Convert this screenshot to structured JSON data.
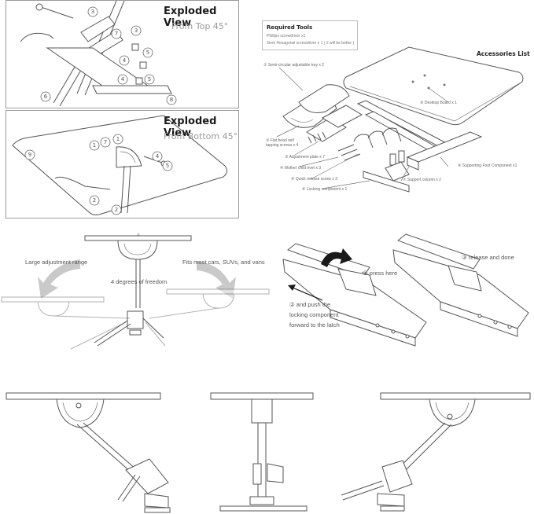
{
  "exploded_top": {
    "title": "Exploded View",
    "subtitle": "From Top 45°"
  },
  "exploded_bottom": {
    "title": "Exploded View",
    "subtitle": "From Bottom 45°"
  },
  "required_tools": {
    "title": "Required Tools",
    "lines": [
      "Phillips screwdriver x1",
      "3mm Hexagonal screwdriver x 1 ( 2 will be better )"
    ]
  },
  "accessories": {
    "title": "Accessories List",
    "items": [
      "① Semi-circular adjustable tray x 2",
      "② Flat head self tapping screws x 4",
      "③ Adjustment plate x 7",
      "④ Mother child rivet x 3",
      "⑤ Quick release screw x 3",
      "⑥ Locking component x 1",
      "⑦ Support column x 2",
      "⑧ Supporting Foot Component x1",
      "⑨ Desktop Board x 1"
    ]
  },
  "callouts_top": [
    "3",
    "7",
    "3",
    "5",
    "4",
    "5",
    "4",
    "6",
    "8"
  ],
  "callouts_bottom": [
    "9",
    "1",
    "7",
    "1",
    "4",
    "5",
    "2",
    "2"
  ],
  "adjust": {
    "left": "Large adjustment range",
    "center": "4 degrees of freedom",
    "right": "Fits most cars, SUVs, and vans"
  },
  "release": {
    "step1": "① press here",
    "step2": [
      "② and push the",
      "locking component",
      "forward to the latch"
    ],
    "step3": "③ release and done"
  },
  "icons": [
    "grey-curved-arrow-icon",
    "black-curved-arrow-icon",
    "black-straight-arrow-icon"
  ]
}
